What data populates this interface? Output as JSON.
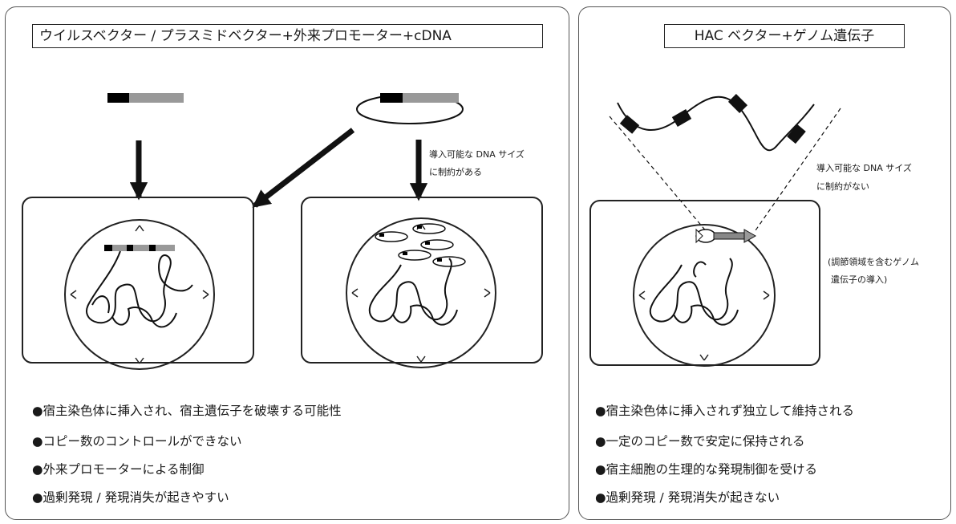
{
  "left_panel": {
    "title": "ウイルスベクター / プラスミドベクター+外来プロモーター+cDNA",
    "note_line1": "導入可能な DNA サイズ",
    "note_line2": "に制約がある",
    "bullets": [
      "●宿主染色体に挿入され、宿主遺伝子を破壊する可能性",
      "●コピー数のコントロールができない",
      "●外来プロモーターによる制御",
      "●過剰発現 / 発現消失が起きやすい"
    ]
  },
  "right_panel": {
    "title": "HAC ベクター+ゲノム遺伝子",
    "note_line1": "導入可能な DNA サイズ",
    "note_line2": "に制約がない",
    "annotation_line1": "(調節領域を含むゲノム",
    "annotation_line2": "遺伝子の導入)",
    "bullets": [
      "●宿主染色体に挿入されず独立して維持される",
      "●一定のコピー数で安定に保持される",
      "●宿主細胞の生理的な発現制御を受ける",
      "●過剰発現 / 発現消失が起きない"
    ]
  },
  "colors": {
    "line": "#111111",
    "insert": "#999999",
    "marker": "#000000"
  }
}
